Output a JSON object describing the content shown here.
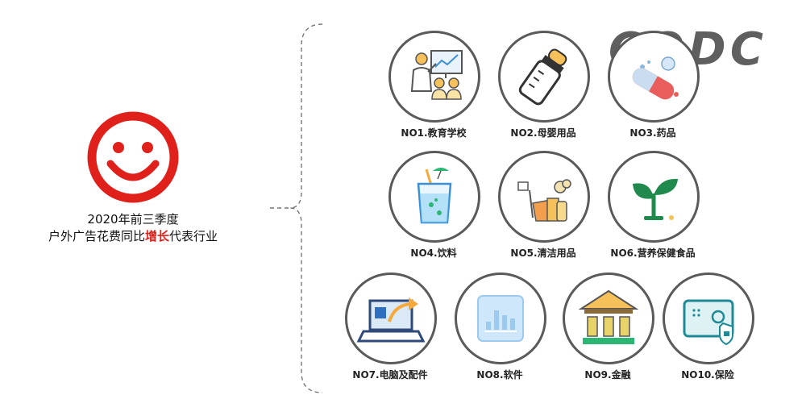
{
  "headline": {
    "line1": "2020年前三季度",
    "line2_pre": "户外广告花费同比",
    "line2_highlight": "增长",
    "line2_post": "代表行业"
  },
  "logo_text": "CODC",
  "colors": {
    "accent": "#e0201a",
    "ring": "#5a5a5a",
    "logo": "#5f5f5f"
  },
  "items": [
    {
      "rank": "NO1",
      "label": "NO1.教育学校",
      "icon": "teacher-icon"
    },
    {
      "rank": "NO2",
      "label": "NO2.母婴用品",
      "icon": "baby-bottle-icon"
    },
    {
      "rank": "NO3",
      "label": "NO3.药品",
      "icon": "pill-icon"
    },
    {
      "rank": "NO4",
      "label": "NO4.饮料",
      "icon": "drink-icon"
    },
    {
      "rank": "NO5",
      "label": "NO5.清洁用品",
      "icon": "cleaning-icon"
    },
    {
      "rank": "NO6",
      "label": "NO6.营养保健食品",
      "icon": "sprout-icon"
    },
    {
      "rank": "NO7",
      "label": "NO7.电脑及配件",
      "icon": "laptop-icon"
    },
    {
      "rank": "NO8",
      "label": "NO8.软件",
      "icon": "software-icon"
    },
    {
      "rank": "NO9",
      "label": "NO9.金融",
      "icon": "bank-icon"
    },
    {
      "rank": "NO10",
      "label": "NO10.保险",
      "icon": "safe-icon"
    }
  ]
}
